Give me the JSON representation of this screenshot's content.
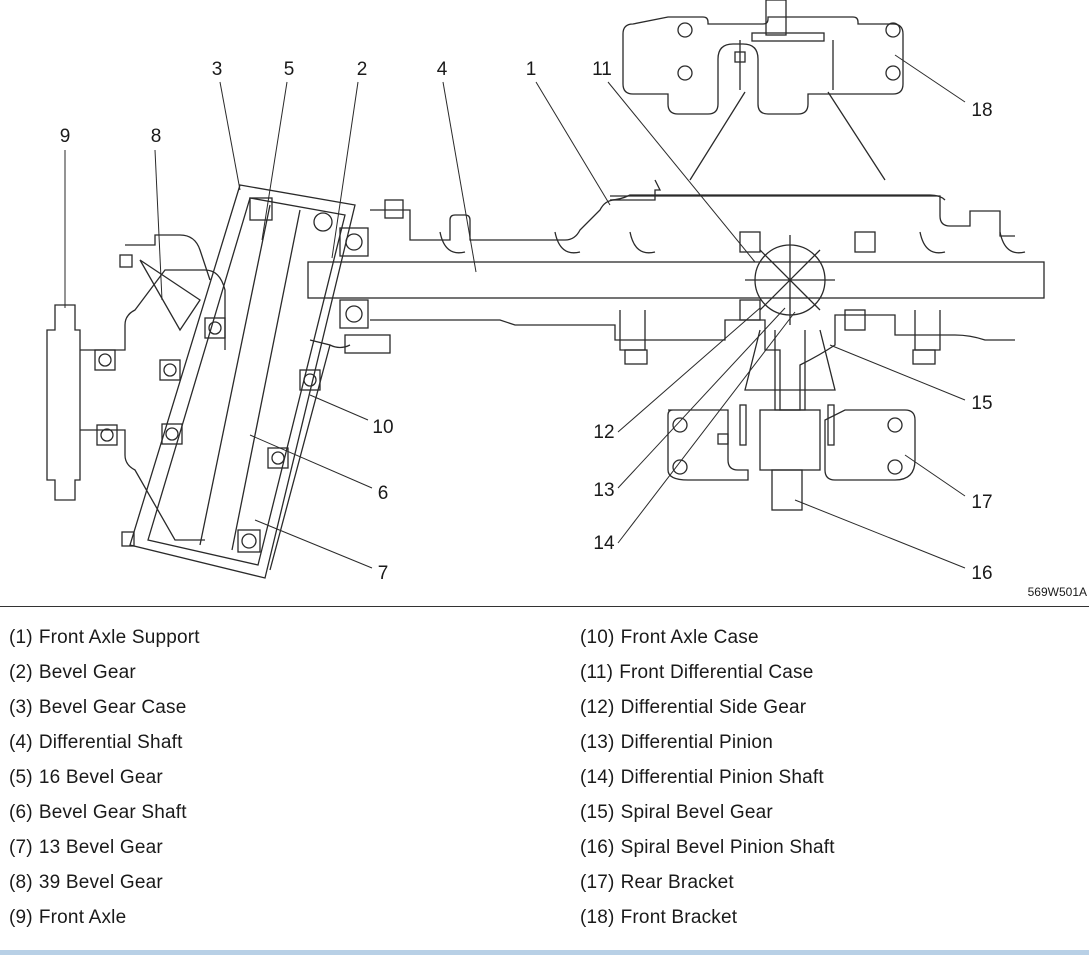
{
  "figure": {
    "code": "569W501A",
    "callouts": [
      {
        "id": "1",
        "label": "1"
      },
      {
        "id": "2",
        "label": "2"
      },
      {
        "id": "3",
        "label": "3"
      },
      {
        "id": "4",
        "label": "4"
      },
      {
        "id": "5",
        "label": "5"
      },
      {
        "id": "6",
        "label": "6"
      },
      {
        "id": "7",
        "label": "7"
      },
      {
        "id": "8",
        "label": "8"
      },
      {
        "id": "9",
        "label": "9"
      },
      {
        "id": "10",
        "label": "10"
      },
      {
        "id": "11",
        "label": "11"
      },
      {
        "id": "12",
        "label": "12"
      },
      {
        "id": "13",
        "label": "13"
      },
      {
        "id": "14",
        "label": "14"
      },
      {
        "id": "15",
        "label": "15"
      },
      {
        "id": "16",
        "label": "16"
      },
      {
        "id": "17",
        "label": "17"
      },
      {
        "id": "18",
        "label": "18"
      }
    ]
  },
  "legend": {
    "left": [
      {
        "num": "(1)",
        "name": "Front Axle Support"
      },
      {
        "num": "(2)",
        "name": "Bevel Gear"
      },
      {
        "num": "(3)",
        "name": "Bevel Gear Case"
      },
      {
        "num": "(4)",
        "name": "Differential Shaft"
      },
      {
        "num": "(5)",
        "name": "16 Bevel Gear"
      },
      {
        "num": "(6)",
        "name": "Bevel Gear Shaft"
      },
      {
        "num": "(7)",
        "name": "13 Bevel Gear"
      },
      {
        "num": "(8)",
        "name": "39 Bevel Gear"
      },
      {
        "num": "(9)",
        "name": "Front Axle"
      }
    ],
    "right": [
      {
        "num": "(10)",
        "name": "Front Axle Case"
      },
      {
        "num": "(11)",
        "name": "Front Differential Case"
      },
      {
        "num": "(12)",
        "name": "Differential Side Gear"
      },
      {
        "num": "(13)",
        "name": "Differential Pinion"
      },
      {
        "num": "(14)",
        "name": "Differential Pinion Shaft"
      },
      {
        "num": "(15)",
        "name": "Spiral Bevel Gear"
      },
      {
        "num": "(16)",
        "name": "Spiral Bevel Pinion Shaft"
      },
      {
        "num": "(17)",
        "name": "Rear Bracket"
      },
      {
        "num": "(18)",
        "name": "Front Bracket"
      }
    ]
  },
  "colors": {
    "line": "#2a2a2a",
    "bottom_bar": "#b8d0e6"
  }
}
